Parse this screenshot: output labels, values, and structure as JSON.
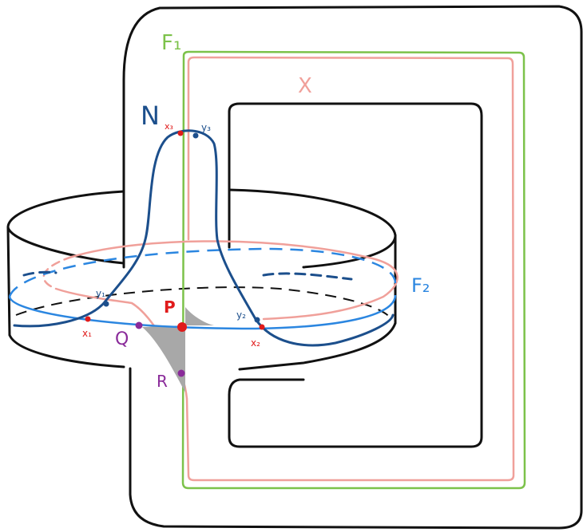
{
  "labels": {
    "F1": "F₁",
    "X": "X",
    "N": "N",
    "F2": "F₂",
    "P": "P",
    "Q": "Q",
    "R": "R",
    "x1": "x₁",
    "x2": "x₂",
    "x3": "x₃",
    "y1": "y₁",
    "y2": "y₂",
    "y3": "y₃"
  },
  "colors": {
    "outline": "#111111",
    "green": "#7cc24a",
    "pink": "#f0a09a",
    "navy": "#1c4f8c",
    "blue": "#2b86e0",
    "red": "#e01b1b",
    "purple": "#8a2b9a",
    "shade": "#a8a8a8"
  }
}
